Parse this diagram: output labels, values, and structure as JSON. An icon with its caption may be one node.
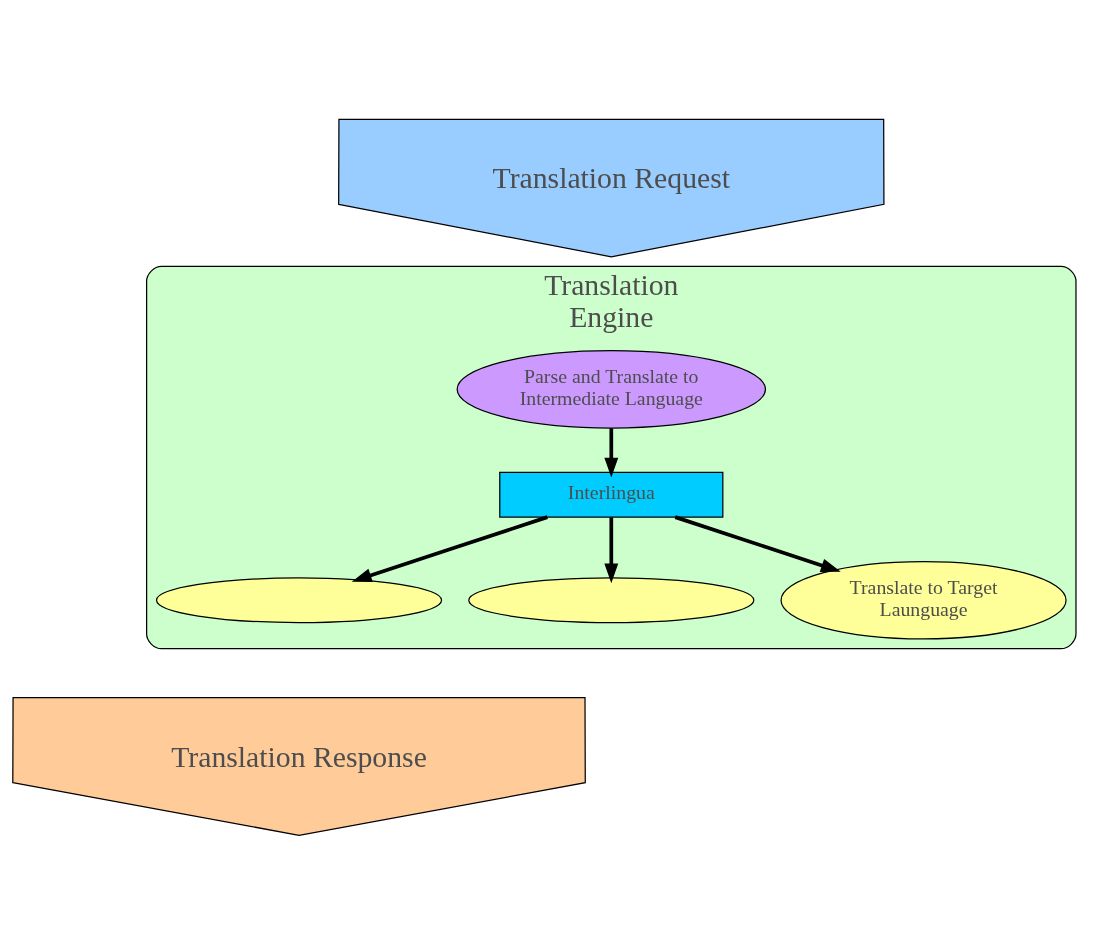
{
  "diagram": {
    "nodes": [
      {
        "text": [
          "Translation Request"
        ]
      },
      {
        "text": [
          "Translation Engine"
        ]
      },
      {
        "text": [
          "Parse and Translate to Intermediate Language"
        ],
        "in": 1
      },
      {
        "text": [
          "Interlingua"
        ],
        "in": 1
      },
      {
        "text": [],
        "shape": "ellipse",
        "in": 1
      },
      {
        "text": [],
        "shape": "ellipse",
        "in": 1
      },
      {
        "text": [
          "Translate to Target Launguage"
        ],
        "in": 1
      },
      {
        "text": [
          "Translation Response"
        ]
      }
    ],
    "edges": [
      {
        "from": 2,
        "to": 3,
        "arrow": "to"
      },
      {
        "from": 3,
        "to": 4,
        "arrow": "to"
      },
      {
        "from": 3,
        "to": 5,
        "arrow": "to"
      },
      {
        "from": 3,
        "to": 6,
        "arrow": "to"
      }
    ]
  }
}
